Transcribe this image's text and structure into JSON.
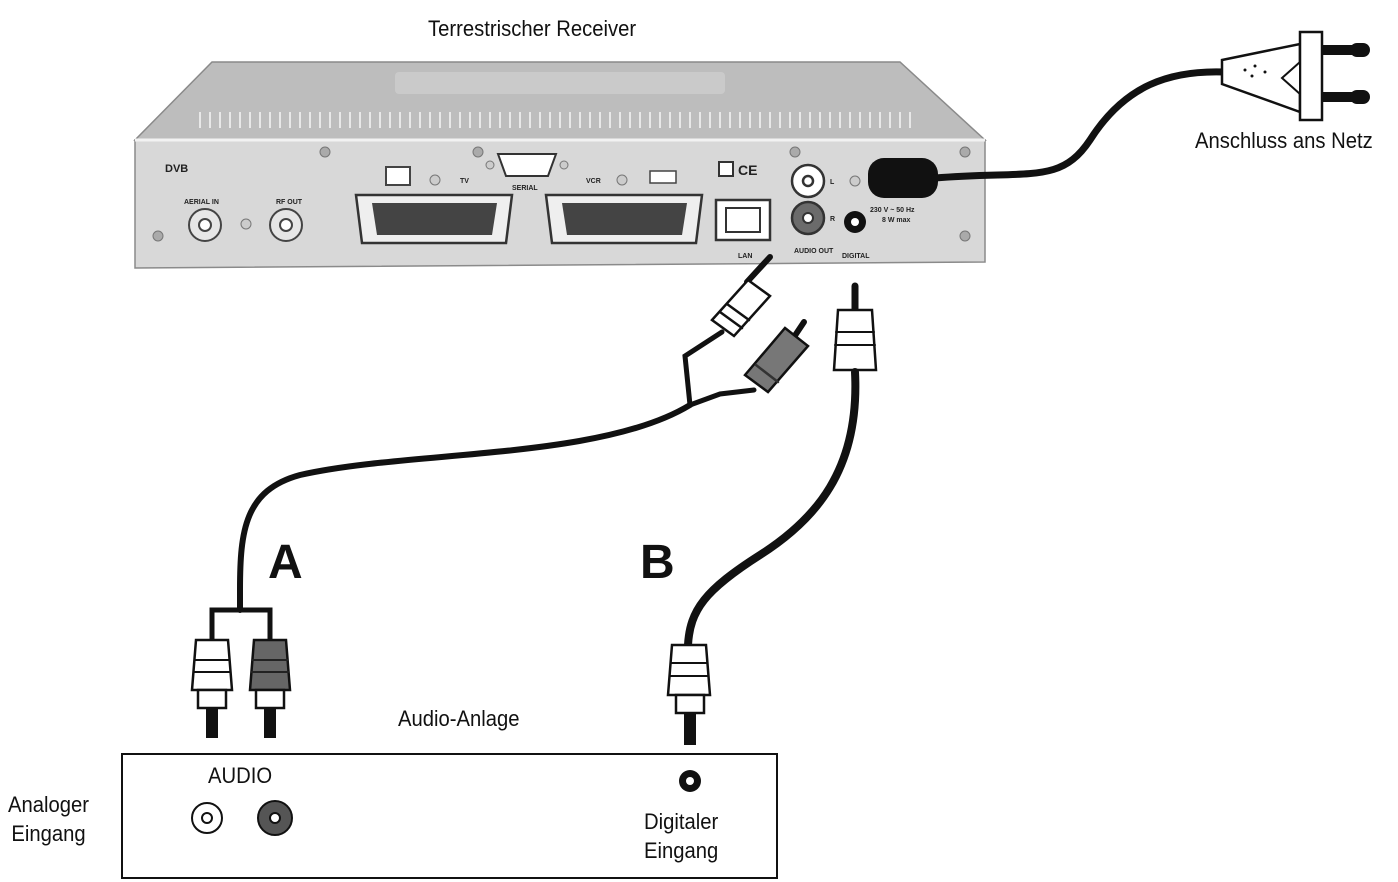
{
  "labels": {
    "receiver_title": "Terrestrischer Receiver",
    "power": "Anschluss ans Netz",
    "audio_system": "Audio-Anlage",
    "audio": "AUDIO",
    "analog_line1": "Analoger",
    "analog_line2": "Eingang",
    "digital_line1": "Digitaler",
    "digital_line2": "Eingang",
    "cable_a": "A",
    "cable_b": "B"
  },
  "receiver_panel": {
    "dvb": "DVB",
    "aerial_in": "AERIAL IN",
    "rf_out": "RF OUT",
    "tv": "TV",
    "serial": "SERIAL",
    "vcr": "VCR",
    "lan": "LAN",
    "audio_out": "AUDIO OUT",
    "digital": "DIGITAL",
    "l": "L",
    "r": "R",
    "mains_rating": "230 V ~ 50 Hz",
    "mains_power": "8 W max"
  },
  "colors": {
    "line": "#111111",
    "device_body": "#c9c9c9",
    "device_top": "#b5b5b5",
    "red_plug": "#5a5a5a"
  }
}
